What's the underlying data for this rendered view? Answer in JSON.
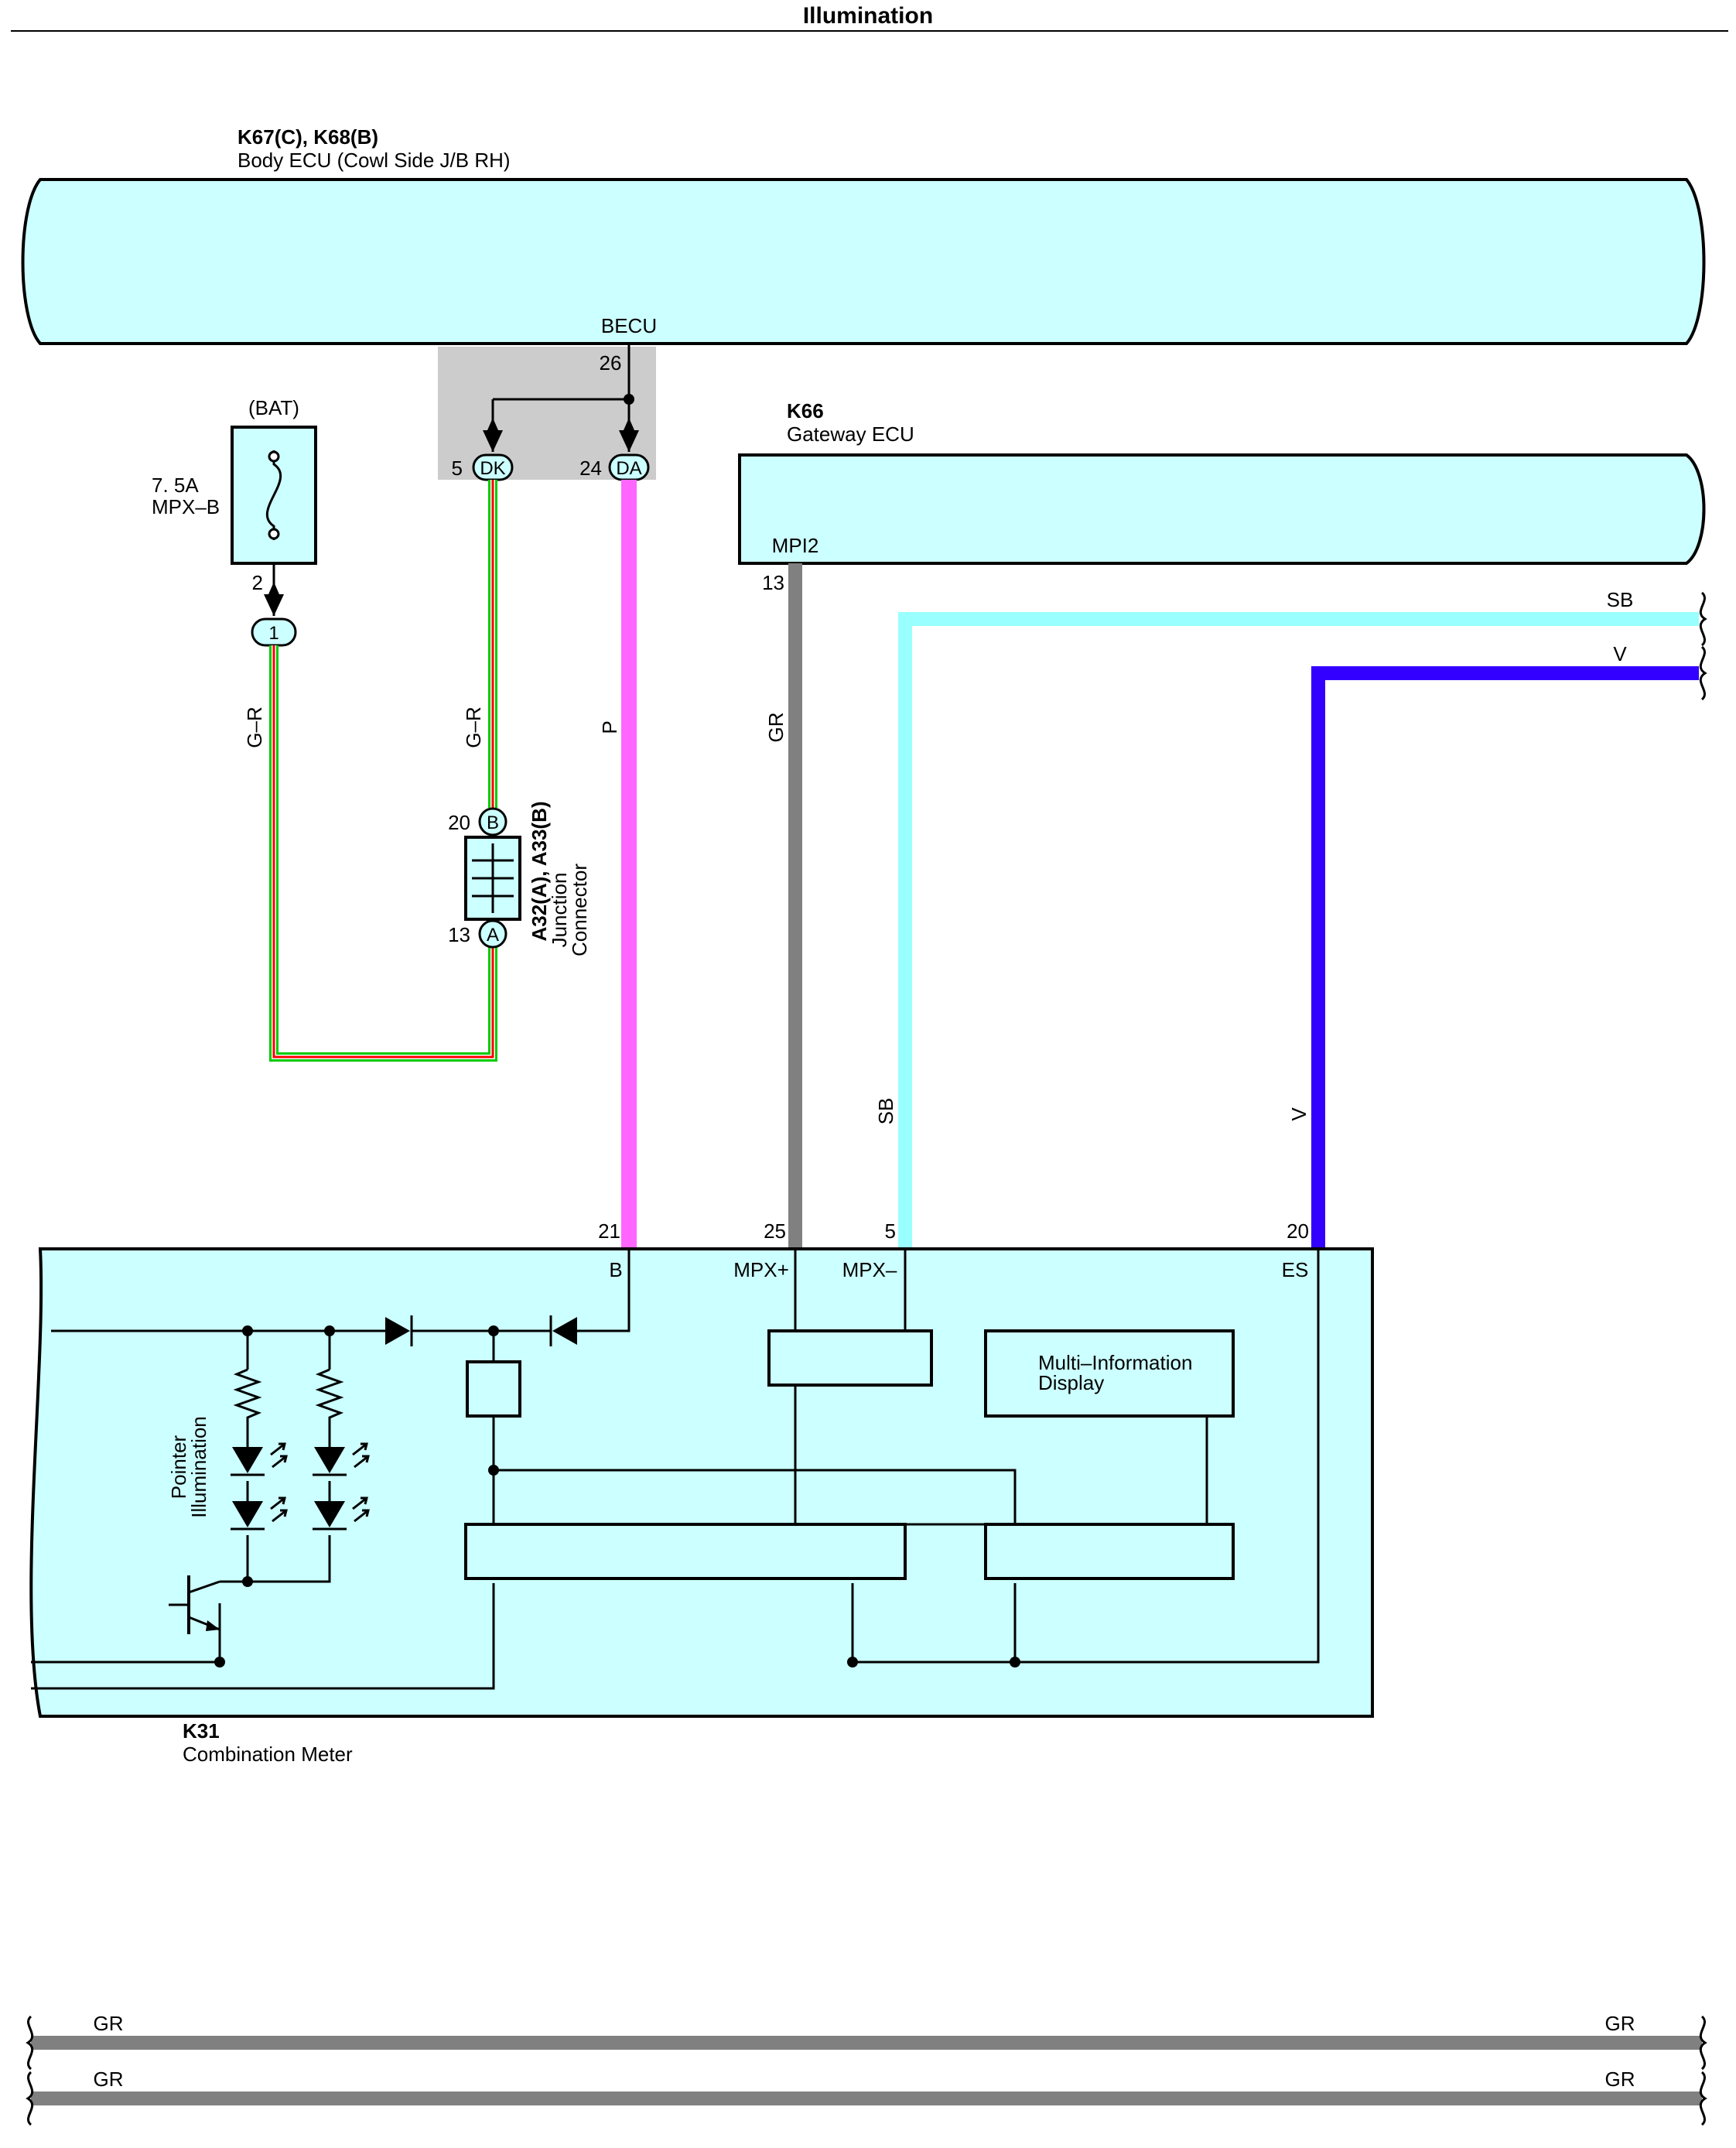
{
  "title": "Illumination",
  "colors": {
    "ecu_fill": "#ccffff",
    "wire_pink": "#ff66ff",
    "wire_gray": "#808080",
    "wire_sky": "#99ffff",
    "wire_violet": "#3300ff",
    "wire_green": "#00cc00",
    "wire_red": "#ff0000",
    "shade": "#cccccc"
  },
  "body_ecu": {
    "code": "K67(C), K68(B)",
    "name": "Body ECU (Cowl Side J/B RH)",
    "terminal_name": "BECU",
    "terminal_pin": "26"
  },
  "fuse": {
    "source": "(BAT)",
    "rating": "7. 5A",
    "name": "MPX–B",
    "pin": "2",
    "conn_pin": "1"
  },
  "connectors": {
    "dk_pin": "5",
    "dk_label": "DK",
    "da_pin": "24",
    "da_label": "DA"
  },
  "gateway_ecu": {
    "code": "K66",
    "name": "Gateway ECU",
    "terminal_name": "MPI2",
    "terminal_pin": "13"
  },
  "junction": {
    "code": "A32(A), A33(B)",
    "line1": "Junction",
    "line2": "Connector",
    "pin_b_num": "20",
    "pin_b": "B",
    "pin_a_num": "13",
    "pin_a": "A"
  },
  "wires": {
    "gr_fuse": "G–R",
    "gr_dk": "G–R",
    "p": "P",
    "gr": "GR",
    "sb": "SB",
    "v": "V",
    "sb_edge": "SB",
    "v_edge": "V"
  },
  "meter": {
    "code": "K31",
    "name": "Combination Meter",
    "pin_b_num": "21",
    "pin_b": "B",
    "pin_mpxp_num": "25",
    "pin_mpxp": "MPX+",
    "pin_mpxm_num": "5",
    "pin_mpxm": "MPX–",
    "pin_es_num": "20",
    "pin_es": "ES",
    "mid_line1": "Multi–Information",
    "mid_line2": "Display",
    "pointer_line1": "Pointer",
    "pointer_line2": "Illumination"
  },
  "bottom_bus": [
    {
      "left": "GR",
      "right": "GR"
    },
    {
      "left": "GR",
      "right": "GR"
    }
  ]
}
